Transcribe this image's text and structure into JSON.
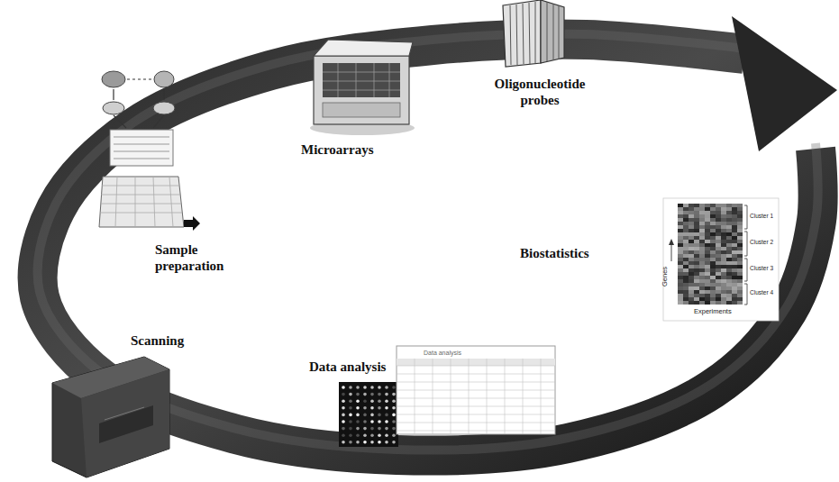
{
  "diagram": {
    "labels": [
      "Oligonucleotide probes",
      "Microarrays",
      "Sample preparation",
      "Biostatistics",
      "Scanning",
      "Data analysis",
      "Data analysis",
      "Cluster 1",
      "Cluster 2",
      "Cluster 3",
      "Cluster 4",
      "Experiments",
      "Genes"
    ]
  }
}
